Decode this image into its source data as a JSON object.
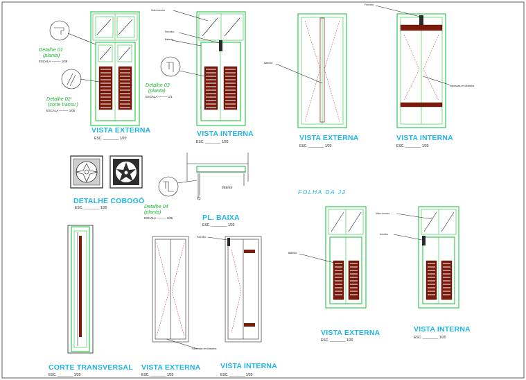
{
  "drawing": {
    "views": {
      "vista_externa_1": {
        "title": "VISTA EXTERNA",
        "scale": "ESC. ________ 1/20"
      },
      "vista_interna_1": {
        "title": "VISTA INTERNA",
        "scale": "ESC. ________ 1/20"
      },
      "vista_externa_2": {
        "title": "VISTA EXTERNA",
        "scale": "ESC. ________ 1/20"
      },
      "vista_interna_2": {
        "title": "VISTA INTERNA",
        "scale": "ESC. ________ 1/20"
      },
      "detalhe_cobogo": {
        "title": "DETALHE COBOGÓ",
        "scale": "ESC. ________ 1/20"
      },
      "pl_baixa": {
        "title": "PL. BAIXA",
        "scale": "ESC. ________ 1/20",
        "interior_label": "Interior"
      },
      "corte_transversal": {
        "title": "CORTE TRANSVERSAL",
        "scale": "ESC. ________ 1/20"
      },
      "vista_externa_3": {
        "title": "VISTA EXTERNA",
        "scale": "ESC. ________ 1/20"
      },
      "vista_interna_3": {
        "title": "VISTA INTERNA",
        "scale": "ESC. ________ 1/20"
      },
      "vista_externa_j2": {
        "title": "VISTA EXTERNA",
        "scale": "ESC. ________ 1/20"
      },
      "vista_interna_j2": {
        "title": "VISTA INTERNA",
        "scale": "ESC. ________ 1/20"
      }
    },
    "folha_label": "FOLHA DA J2",
    "details": [
      {
        "name": "Detalhe 01",
        "sub": "(planta)",
        "scale": "ESCALA ——— 1/05"
      },
      {
        "name": "Detalhe 02",
        "sub": "(corte transv.)",
        "scale": "ESCALA ——— 1/05"
      },
      {
        "name": "Detalhe 03",
        "sub": "(planta)",
        "scale": "ESCALA ——— 1/1"
      },
      {
        "name": "Detalhe 04",
        "sub": "(planta)",
        "scale": "ESCALA ——— 1/05"
      }
    ],
    "leaders": {
      "vidro_incolor_1": "Vidro incolor",
      "ferrolho_1": "Ferrolho",
      "batedor_1": "Batedor",
      "ferrolho_2": "Ferrolho",
      "batedor_2": "Batedor",
      "travessas_1": "Travessas em Madeira",
      "ferrolho_3": "Ferrolho",
      "travessas_2": "Travessas em Madeira",
      "vidro_incolor_2": "Vidro incolor",
      "ferrolho_4": "ferrolho",
      "batedor_3": "Batedor"
    }
  }
}
